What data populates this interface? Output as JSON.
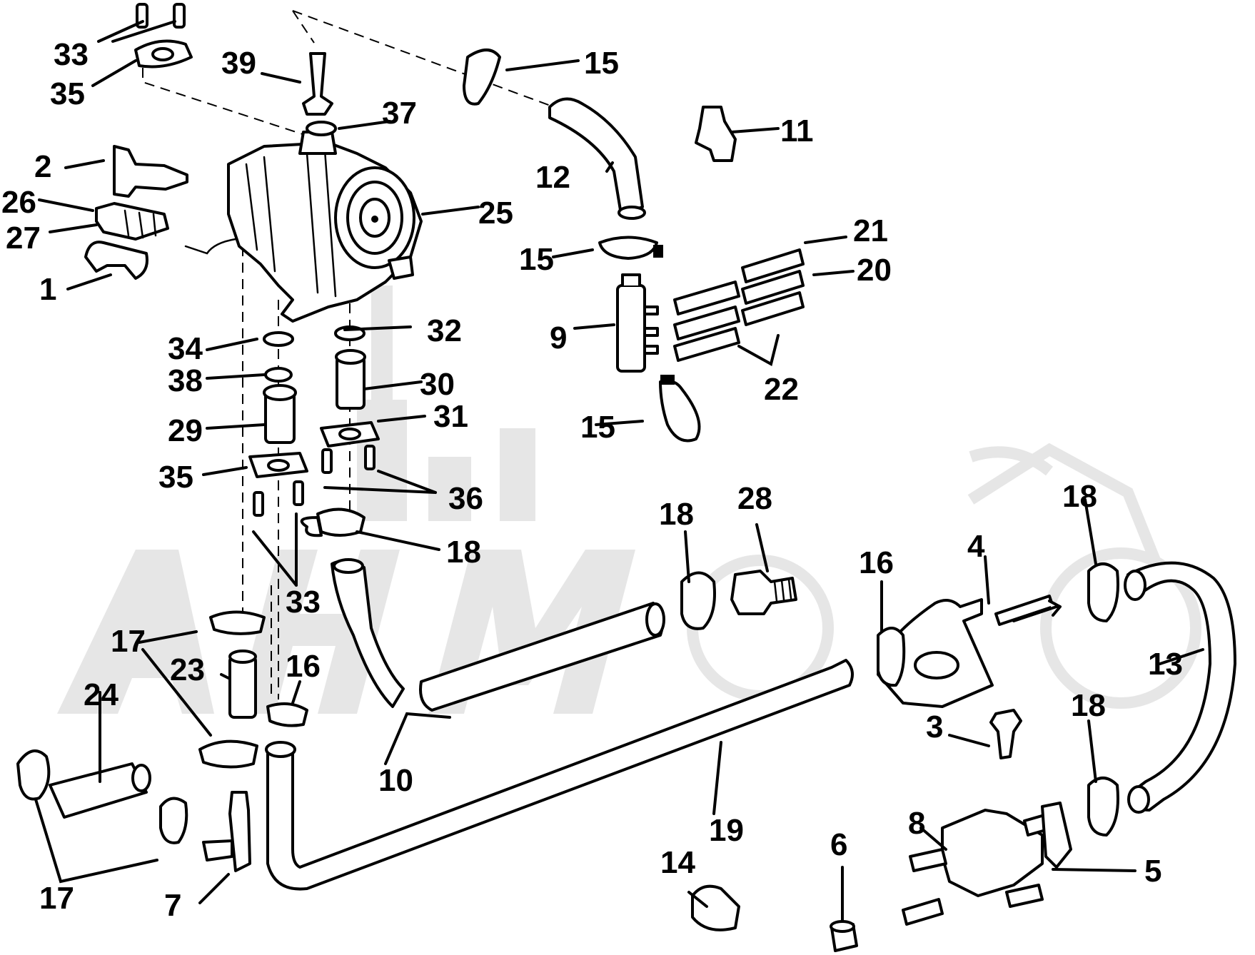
{
  "colors": {
    "ink": "#000000",
    "paper": "#ffffff",
    "watermark": "#e6e6e6"
  },
  "labels": {
    "l1": "1",
    "l2": "2",
    "l3": "3",
    "l4": "4",
    "l5": "5",
    "l6": "6",
    "l7": "7",
    "l8": "8",
    "l9": "9",
    "l10": "10",
    "l11": "11",
    "l12": "12",
    "l13": "13",
    "l14": "14",
    "l15a": "15",
    "l15b": "15",
    "l15c": "15",
    "l16a": "16",
    "l16b": "16",
    "l17a": "17",
    "l17b": "17",
    "l18a": "18",
    "l18b": "18",
    "l18c": "18",
    "l18d": "18",
    "l19": "19",
    "l20": "20",
    "l21": "21",
    "l22": "22",
    "l23": "23",
    "l24": "24",
    "l25": "25",
    "l26": "26",
    "l27": "27",
    "l28": "28",
    "l29": "29",
    "l30": "30",
    "l31": "31",
    "l32": "32",
    "l33a": "33",
    "l33b": "33",
    "l34": "34",
    "l35a": "35",
    "l35b": "35",
    "l36": "36",
    "l37": "37",
    "l38": "38",
    "l39": "39"
  }
}
